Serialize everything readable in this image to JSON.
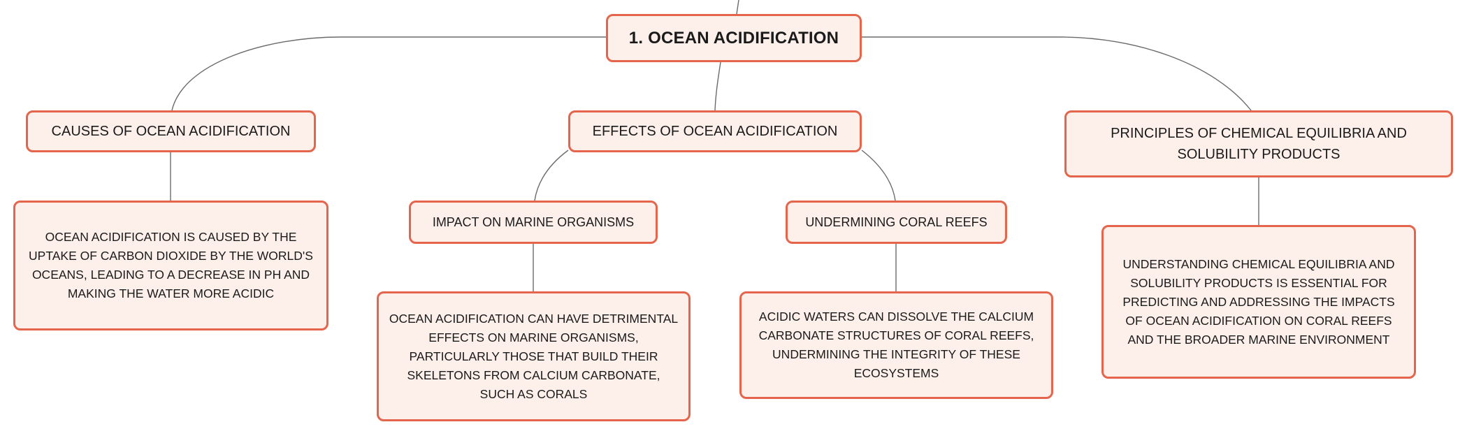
{
  "diagram": {
    "root": {
      "label": "1. OCEAN ACIDIFICATION"
    },
    "causes": {
      "label": "CAUSES OF OCEAN ACIDIFICATION",
      "description": "OCEAN ACIDIFICATION IS CAUSED BY THE UPTAKE OF CARBON DIOXIDE BY THE WORLD'S OCEANS, LEADING TO A DECREASE IN PH AND MAKING THE WATER MORE ACIDIC"
    },
    "effects": {
      "label": "EFFECTS OF OCEAN ACIDIFICATION",
      "marine": {
        "label": "IMPACT ON MARINE ORGANISMS",
        "description": "OCEAN ACIDIFICATION CAN HAVE DETRIMENTAL EFFECTS ON MARINE ORGANISMS, PARTICULARLY THOSE THAT BUILD THEIR SKELETONS FROM CALCIUM CARBONATE, SUCH AS CORALS"
      },
      "coral": {
        "label": "UNDERMINING CORAL REEFS",
        "description": "ACIDIC WATERS CAN DISSOLVE THE CALCIUM CARBONATE STRUCTURES OF CORAL REEFS, UNDERMINING THE INTEGRITY OF THESE ECOSYSTEMS"
      }
    },
    "principles": {
      "label": "PRINCIPLES OF CHEMICAL EQUILIBRIA AND SOLUBILITY PRODUCTS",
      "description": "UNDERSTANDING CHEMICAL EQUILIBRIA AND SOLUBILITY PRODUCTS IS ESSENTIAL FOR PREDICTING AND ADDRESSING THE IMPACTS OF OCEAN ACIDIFICATION ON CORAL REEFS AND THE BROADER MARINE ENVIRONMENT"
    }
  },
  "colors": {
    "node_fill": "#fdf0eb",
    "node_border": "#e4644c",
    "connector": "#6b6b6b",
    "text": "#1a1a1a"
  }
}
